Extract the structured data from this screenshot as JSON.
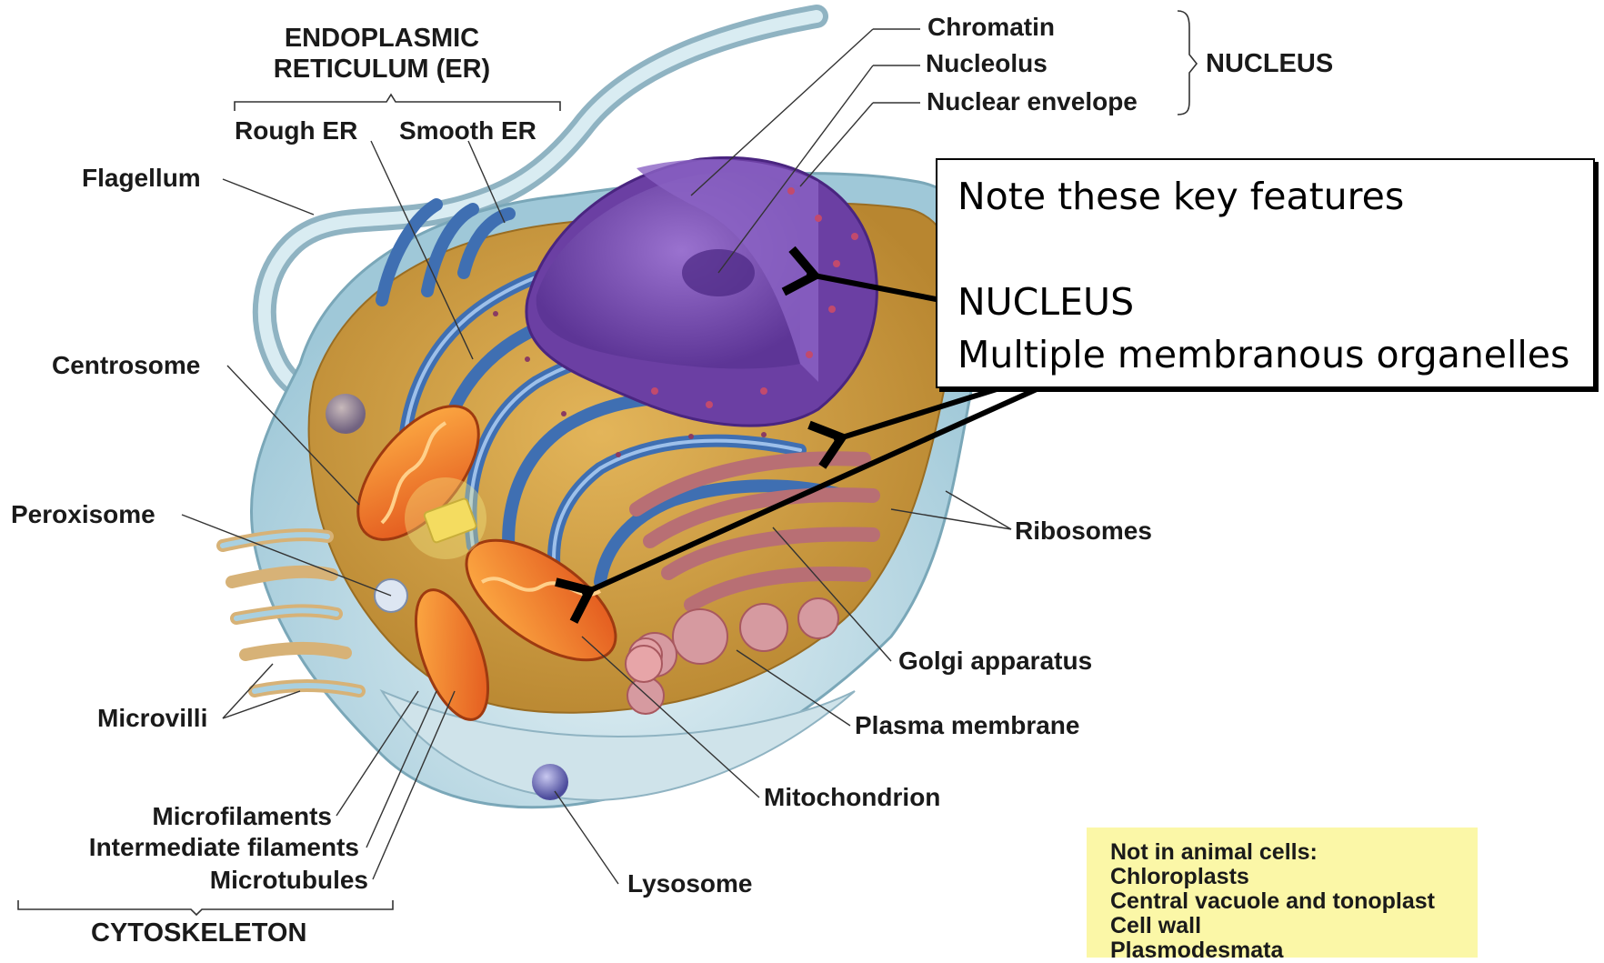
{
  "diagram": {
    "colors": {
      "cytoplasm": "#d9a441",
      "cell_shell": "#b9dbe6",
      "er": "#4d7fc1",
      "nucleus": "#7b4fb3",
      "golgi": "#c98b8b",
      "mitochondrion": "#f07a1f",
      "note_border": "#000000",
      "yellow_note": "#fbf7a7"
    },
    "headers": {
      "er_line1": "ENDOPLASMIC",
      "er_line2": "RETICULUM (ER)",
      "nucleus": "NUCLEUS",
      "cytoskeleton": "CYTOSKELETON"
    },
    "labels": {
      "rough_er": "Rough ER",
      "smooth_er": "Smooth ER",
      "flagellum": "Flagellum",
      "centrosome": "Centrosome",
      "peroxisome": "Peroxisome",
      "microvilli": "Microvilli",
      "microfilaments": "Microfilaments",
      "intermediate_filaments": "Intermediate filaments",
      "microtubules": "Microtubules",
      "lysosome": "Lysosome",
      "mitochondrion": "Mitochondrion",
      "plasma_membrane": "Plasma membrane",
      "golgi_apparatus": "Golgi apparatus",
      "ribosomes": "Ribosomes",
      "chromatin": "Chromatin",
      "nucleolus": "Nucleolus",
      "nuclear_envelope": "Nuclear envelope"
    },
    "note": {
      "line1": "Note these key features",
      "line2": "NUCLEUS",
      "line3": "Multiple membranous organelles"
    },
    "not_in_animal": {
      "title": "Not in animal cells:",
      "items": [
        "Chloroplasts",
        "Central vacuole and tonoplast",
        "Cell wall",
        "Plasmodesmata"
      ]
    }
  }
}
